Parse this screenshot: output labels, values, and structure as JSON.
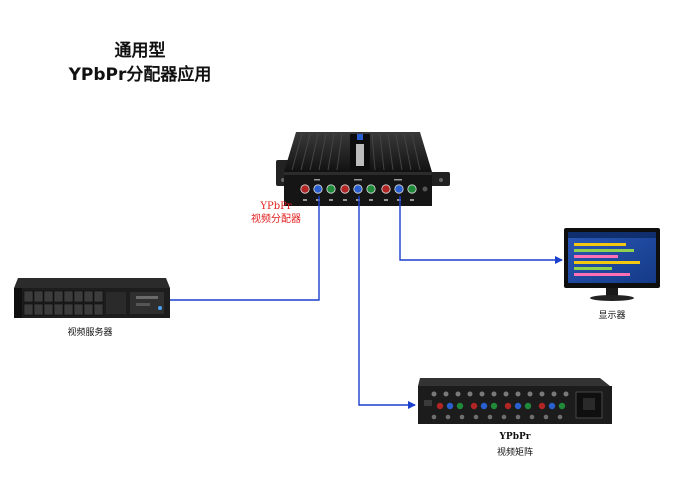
{
  "title": {
    "line1": "通用型",
    "line2": "YPbPr分配器应用"
  },
  "distributor": {
    "label_line1": "YPbPr",
    "label_line2": "视频分配器"
  },
  "server": {
    "label": "视频服务器"
  },
  "monitor": {
    "label": "显示器"
  },
  "matrix": {
    "label_line1": "YPbPr",
    "label_line2": "视频矩阵"
  },
  "colors": {
    "link": "#1a3fcf",
    "label_red": "#e0201f",
    "device_dark": "#1b1b1b"
  }
}
